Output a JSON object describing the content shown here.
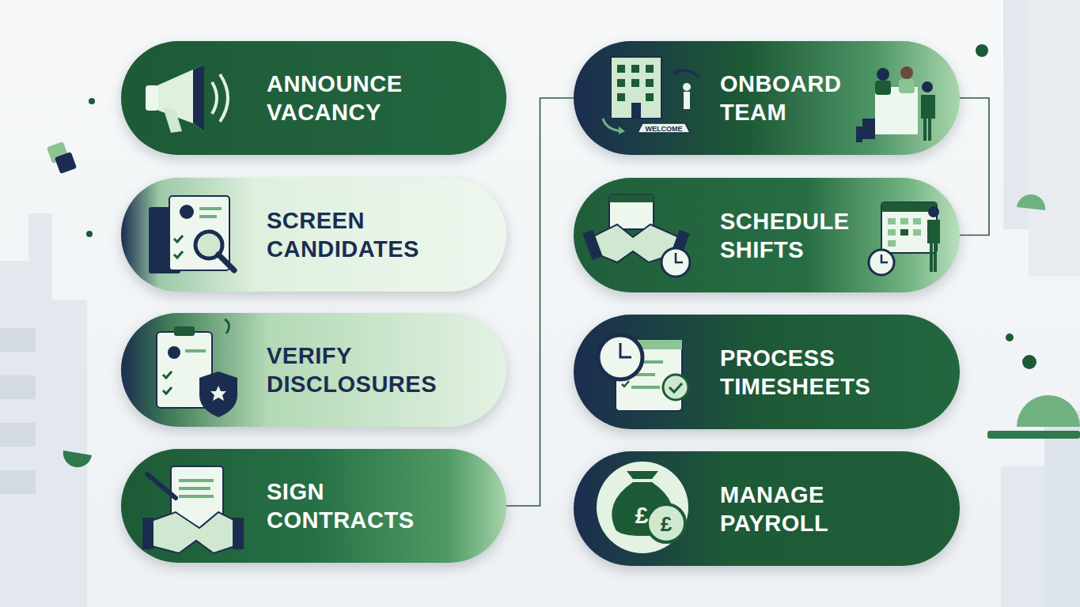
{
  "diagram": {
    "nodes": [
      {
        "text": [
          "ANNOUNCE VACANCY"
        ]
      },
      {
        "text": [
          "SCREEN CANDIDATES"
        ]
      },
      {
        "text": [
          "VERIFY DISCLOSURES"
        ]
      },
      {
        "text": [
          "SIGN CONTRACTS"
        ]
      },
      {
        "text": [
          "ONBOARD TEAM"
        ]
      },
      {
        "text": [
          "SCHEDULE SHIFTS"
        ]
      },
      {
        "text": [
          "PROCESS TIMESHEETS"
        ]
      },
      {
        "text": [
          "MANAGE PAYROLL"
        ]
      }
    ],
    "edges": [
      {
        "from": 3,
        "to": 4,
        "arrow": "none"
      },
      {
        "from": 4,
        "to": 5,
        "arrow": "none"
      }
    ],
    "labels": [
      "WELCOME",
      "£",
      "£"
    ]
  }
}
